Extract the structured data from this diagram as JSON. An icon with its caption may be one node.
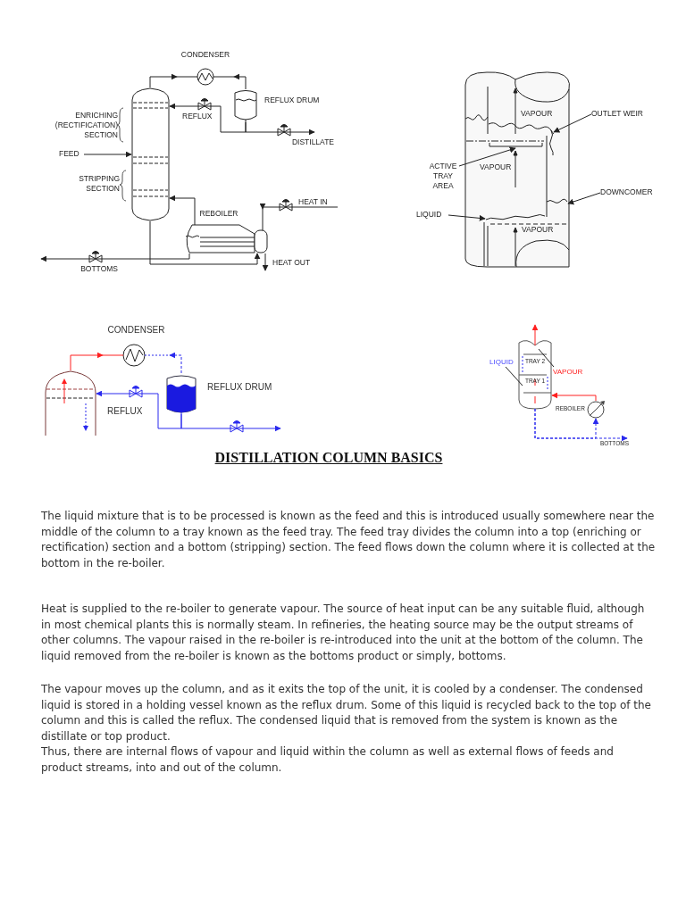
{
  "diagram": {
    "title": "DISTILLATION COLUMN BASICS",
    "nodes": [
      {
        "text": [
          "CONDENSER"
        ]
      },
      {
        "text": [
          "REFLUX DRUM"
        ]
      },
      {
        "text": [],
        "shape": "cylinder"
      },
      {
        "text": [
          "DISTILLATE"
        ]
      },
      {
        "text": [
          "FEED"
        ]
      },
      {
        "text": [
          "HEAT IN"
        ]
      },
      {
        "text": [
          "REBOILER"
        ]
      },
      {
        "text": [
          "HEAT OUT"
        ]
      },
      {
        "text": [
          "BOTTOMS"
        ]
      },
      {
        "text": [
          "OUTLET WEIR"
        ]
      },
      {
        "text": [
          "ACTIVE TRAY AREA"
        ]
      },
      {
        "text": [
          "DOWNCOMER"
        ]
      },
      {
        "text": [
          "LIQUID"
        ]
      },
      {
        "text": [],
        "shape": "cylinder"
      },
      {
        "text": [],
        "shape": "bar",
        "in": 13
      },
      {
        "text": [],
        "shape": "bar",
        "in": 13
      },
      {
        "text": [],
        "shape": "bar",
        "in": 13
      },
      {
        "text": [],
        "shape": "line",
        "in": 13
      },
      {
        "text": [
          "CONDENSER"
        ]
      },
      {
        "text": [],
        "shape": "cylinder"
      },
      {
        "text": [
          "REFLUX DRUM"
        ]
      },
      {
        "text": [
          "TRAY 2",
          "TRAY 1"
        ]
      },
      {
        "text": [
          "LIQUID"
        ]
      },
      {
        "text": [
          "VAPOUR"
        ]
      },
      {
        "text": [
          "REBOILER"
        ]
      },
      {
        "text": [
          "BOTTOMS"
        ]
      }
    ],
    "edges": [
      {
        "from": 2,
        "to": 0,
        "arrow": "to"
      },
      {
        "from": 1,
        "to": 0,
        "arrow": "to"
      },
      {
        "from": 1,
        "to": 2,
        "arrow": "to",
        "label": "REFLUX"
      },
      {
        "from": 1,
        "to": 3,
        "arrow": "to"
      },
      {
        "from": 4,
        "to": 2,
        "arrow": "to"
      },
      {
        "from": 6,
        "to": 2,
        "arrow": "to"
      },
      {
        "from": 2,
        "to": 6,
        "arrow": "to"
      },
      {
        "from": 6,
        "to": 8,
        "arrow": "to"
      },
      {
        "from": 5,
        "to": 6,
        "arrow": "to"
      },
      {
        "from": 6,
        "to": 7,
        "arrow": "to"
      },
      {
        "from": 9,
        "to": 14,
        "arrow": "to"
      },
      {
        "from": 10,
        "to": 15,
        "arrow": "to"
      },
      {
        "from": 11,
        "to": 16,
        "arrow": "to"
      },
      {
        "from": 12,
        "to": 17,
        "arrow": "to"
      },
      {
        "from": 19,
        "to": 18,
        "arrow": "to",
        "color": "#ff2020"
      },
      {
        "from": 20,
        "to": 18,
        "arrow": "to",
        "style": "dashed",
        "color": "#2a2aee"
      },
      {
        "from": 20,
        "to": 19,
        "arrow": "to",
        "label": "REFLUX",
        "color": "#2a2aee"
      },
      {
        "from": 20,
        "to": null,
        "arrow": "to",
        "color": "#2a2aee"
      },
      {
        "from": 21,
        "to": null,
        "arrow": "to",
        "color": "#ff2020"
      },
      {
        "from": 24,
        "to": 21,
        "arrow": "to",
        "color": "#ff2020"
      },
      {
        "from": 21,
        "to": 25,
        "arrow": "to",
        "style": "dashed",
        "color": "#2a2aee"
      },
      {
        "from": 21,
        "to": 24,
        "arrow": "to",
        "style": "dashed",
        "color": "#2a2aee"
      },
      {
        "from": 22,
        "to": 21,
        "arrow": "none"
      },
      {
        "from": 23,
        "to": 21,
        "arrow": "none"
      }
    ],
    "labels": [
      "ENRICHING (RECTIFICATION) SECTION",
      "STRIPPING SECTION",
      "VAPOUR",
      "VAPOUR",
      "VAPOUR",
      "The liquid mixture that is to be processed is known as the feed and this is introduced usually somewhere near the middle of the column to a tray known as the feed tray. The feed tray divides the column into a top (enriching or rectification) section and a bottom (stripping) section. The feed flows down the column where it is collected at the bottom in the re-boiler.",
      "Heat is supplied to the re-boiler to generate vapour. The source of heat input can be any suitable fluid, although in most chemical plants this is normally steam. In refineries, the heating source may be the output streams of other columns. The vapour raised in the re-boiler is re-introduced into the unit at the bottom of the column. The liquid removed from the re-boiler is known as the bottoms product or simply, bottoms.",
      "The vapour moves up the column, and as it exits the top of the unit, it is cooled by a condenser. The condensed liquid is stored in a holding vessel known as the reflux drum. Some of this liquid is recycled back to the top of the column and this is called the reflux. The condensed liquid that is removed from the system is known as the distillate or top product.",
      "Thus, there are internal flows of vapour and liquid within the column as well as external flows of feeds and product streams, into and out of the column."
    ]
  }
}
